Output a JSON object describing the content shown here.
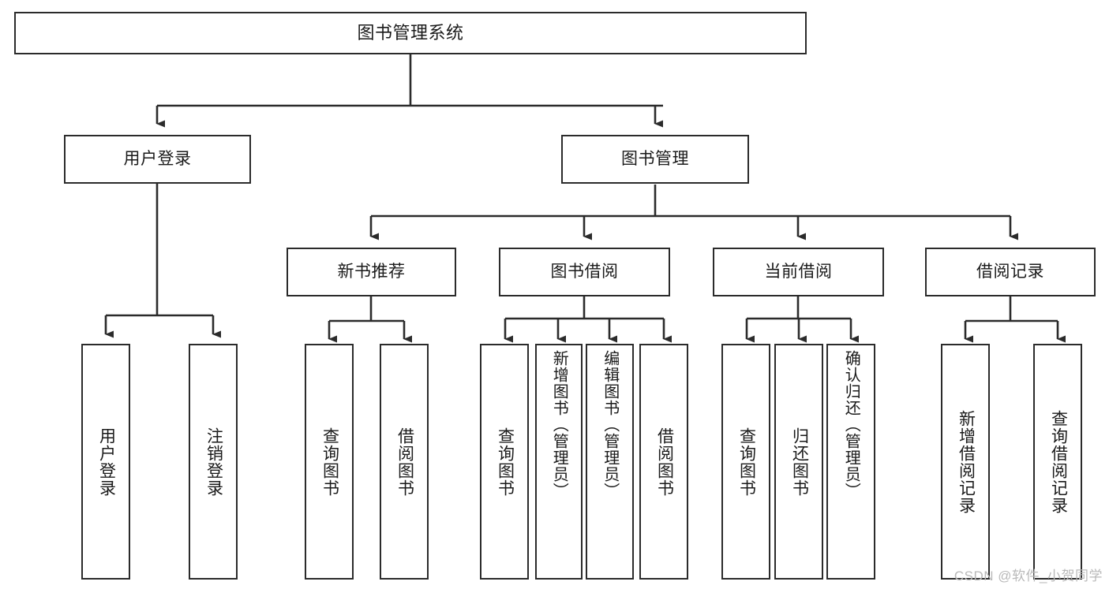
{
  "diagram": {
    "title": "图书管理系统",
    "type": "tree-hierarchy-chart",
    "watermark": "CSDN @软件_小贺同学",
    "stroke_color": "#2b2b2b",
    "background_color": "#ffffff",
    "nodes": {
      "root": {
        "label": "图书管理系统"
      },
      "level2": [
        {
          "id": "user-login",
          "label": "用户登录"
        },
        {
          "id": "book-manage",
          "label": "图书管理"
        }
      ],
      "level3": [
        {
          "id": "new-book-recommend",
          "label": "新书推荐"
        },
        {
          "id": "book-borrow",
          "label": "图书借阅"
        },
        {
          "id": "current-borrow",
          "label": "当前借阅"
        },
        {
          "id": "borrow-record",
          "label": "借阅记录"
        }
      ],
      "leaves": [
        {
          "id": "leaf-user-login",
          "label": "用户登录",
          "parent": "user-login"
        },
        {
          "id": "leaf-logout-login",
          "label": "注销登录",
          "parent": "user-login"
        },
        {
          "id": "leaf-query-book-1",
          "label": "查询图书",
          "parent": "new-book-recommend"
        },
        {
          "id": "leaf-borrow-book-1",
          "label": "借阅图书",
          "parent": "new-book-recommend"
        },
        {
          "id": "leaf-query-book-2",
          "label": "查询图书",
          "parent": "book-borrow"
        },
        {
          "id": "leaf-add-book",
          "label": "新增图书（管理员）",
          "parent": "book-borrow"
        },
        {
          "id": "leaf-edit-book",
          "label": "编辑图书（管理员）",
          "parent": "book-borrow"
        },
        {
          "id": "leaf-borrow-book-2",
          "label": "借阅图书",
          "parent": "book-borrow"
        },
        {
          "id": "leaf-query-book-3",
          "label": "查询图书",
          "parent": "current-borrow"
        },
        {
          "id": "leaf-return-book",
          "label": "归还图书",
          "parent": "current-borrow"
        },
        {
          "id": "leaf-confirm-return",
          "label": "确认归还（管理员）",
          "parent": "current-borrow"
        },
        {
          "id": "leaf-add-record",
          "label": "新增借阅记录",
          "parent": "borrow-record"
        },
        {
          "id": "leaf-query-record",
          "label": "查询借阅记录",
          "parent": "borrow-record"
        }
      ]
    }
  }
}
